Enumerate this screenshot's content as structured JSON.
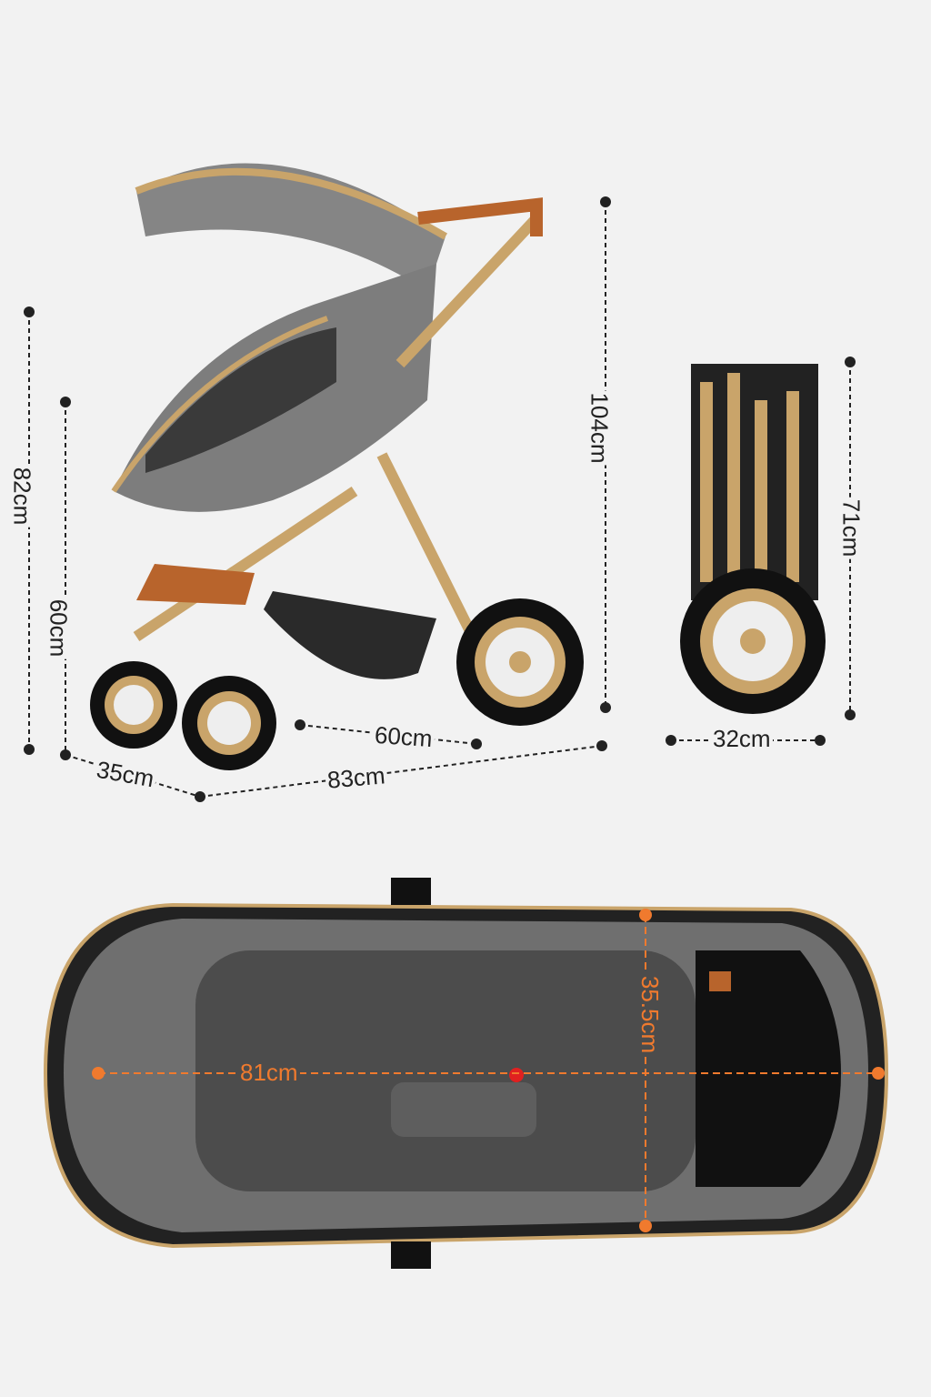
{
  "dimensions": {
    "total_height": "82cm",
    "seat_height": "60cm",
    "handle_height": "104cm",
    "folded_height": "71cm",
    "wheel_depth": "35cm",
    "total_length": "83cm",
    "width": "60cm",
    "folded_width": "32cm",
    "bassinet_length": "81cm",
    "bassinet_width": "35.5cm"
  },
  "colors": {
    "frame_gold": "#c9a46a",
    "fabric_grey": "#7d7d7d",
    "leather": "#b8642c",
    "annotation_orange": "#f07a2e"
  }
}
